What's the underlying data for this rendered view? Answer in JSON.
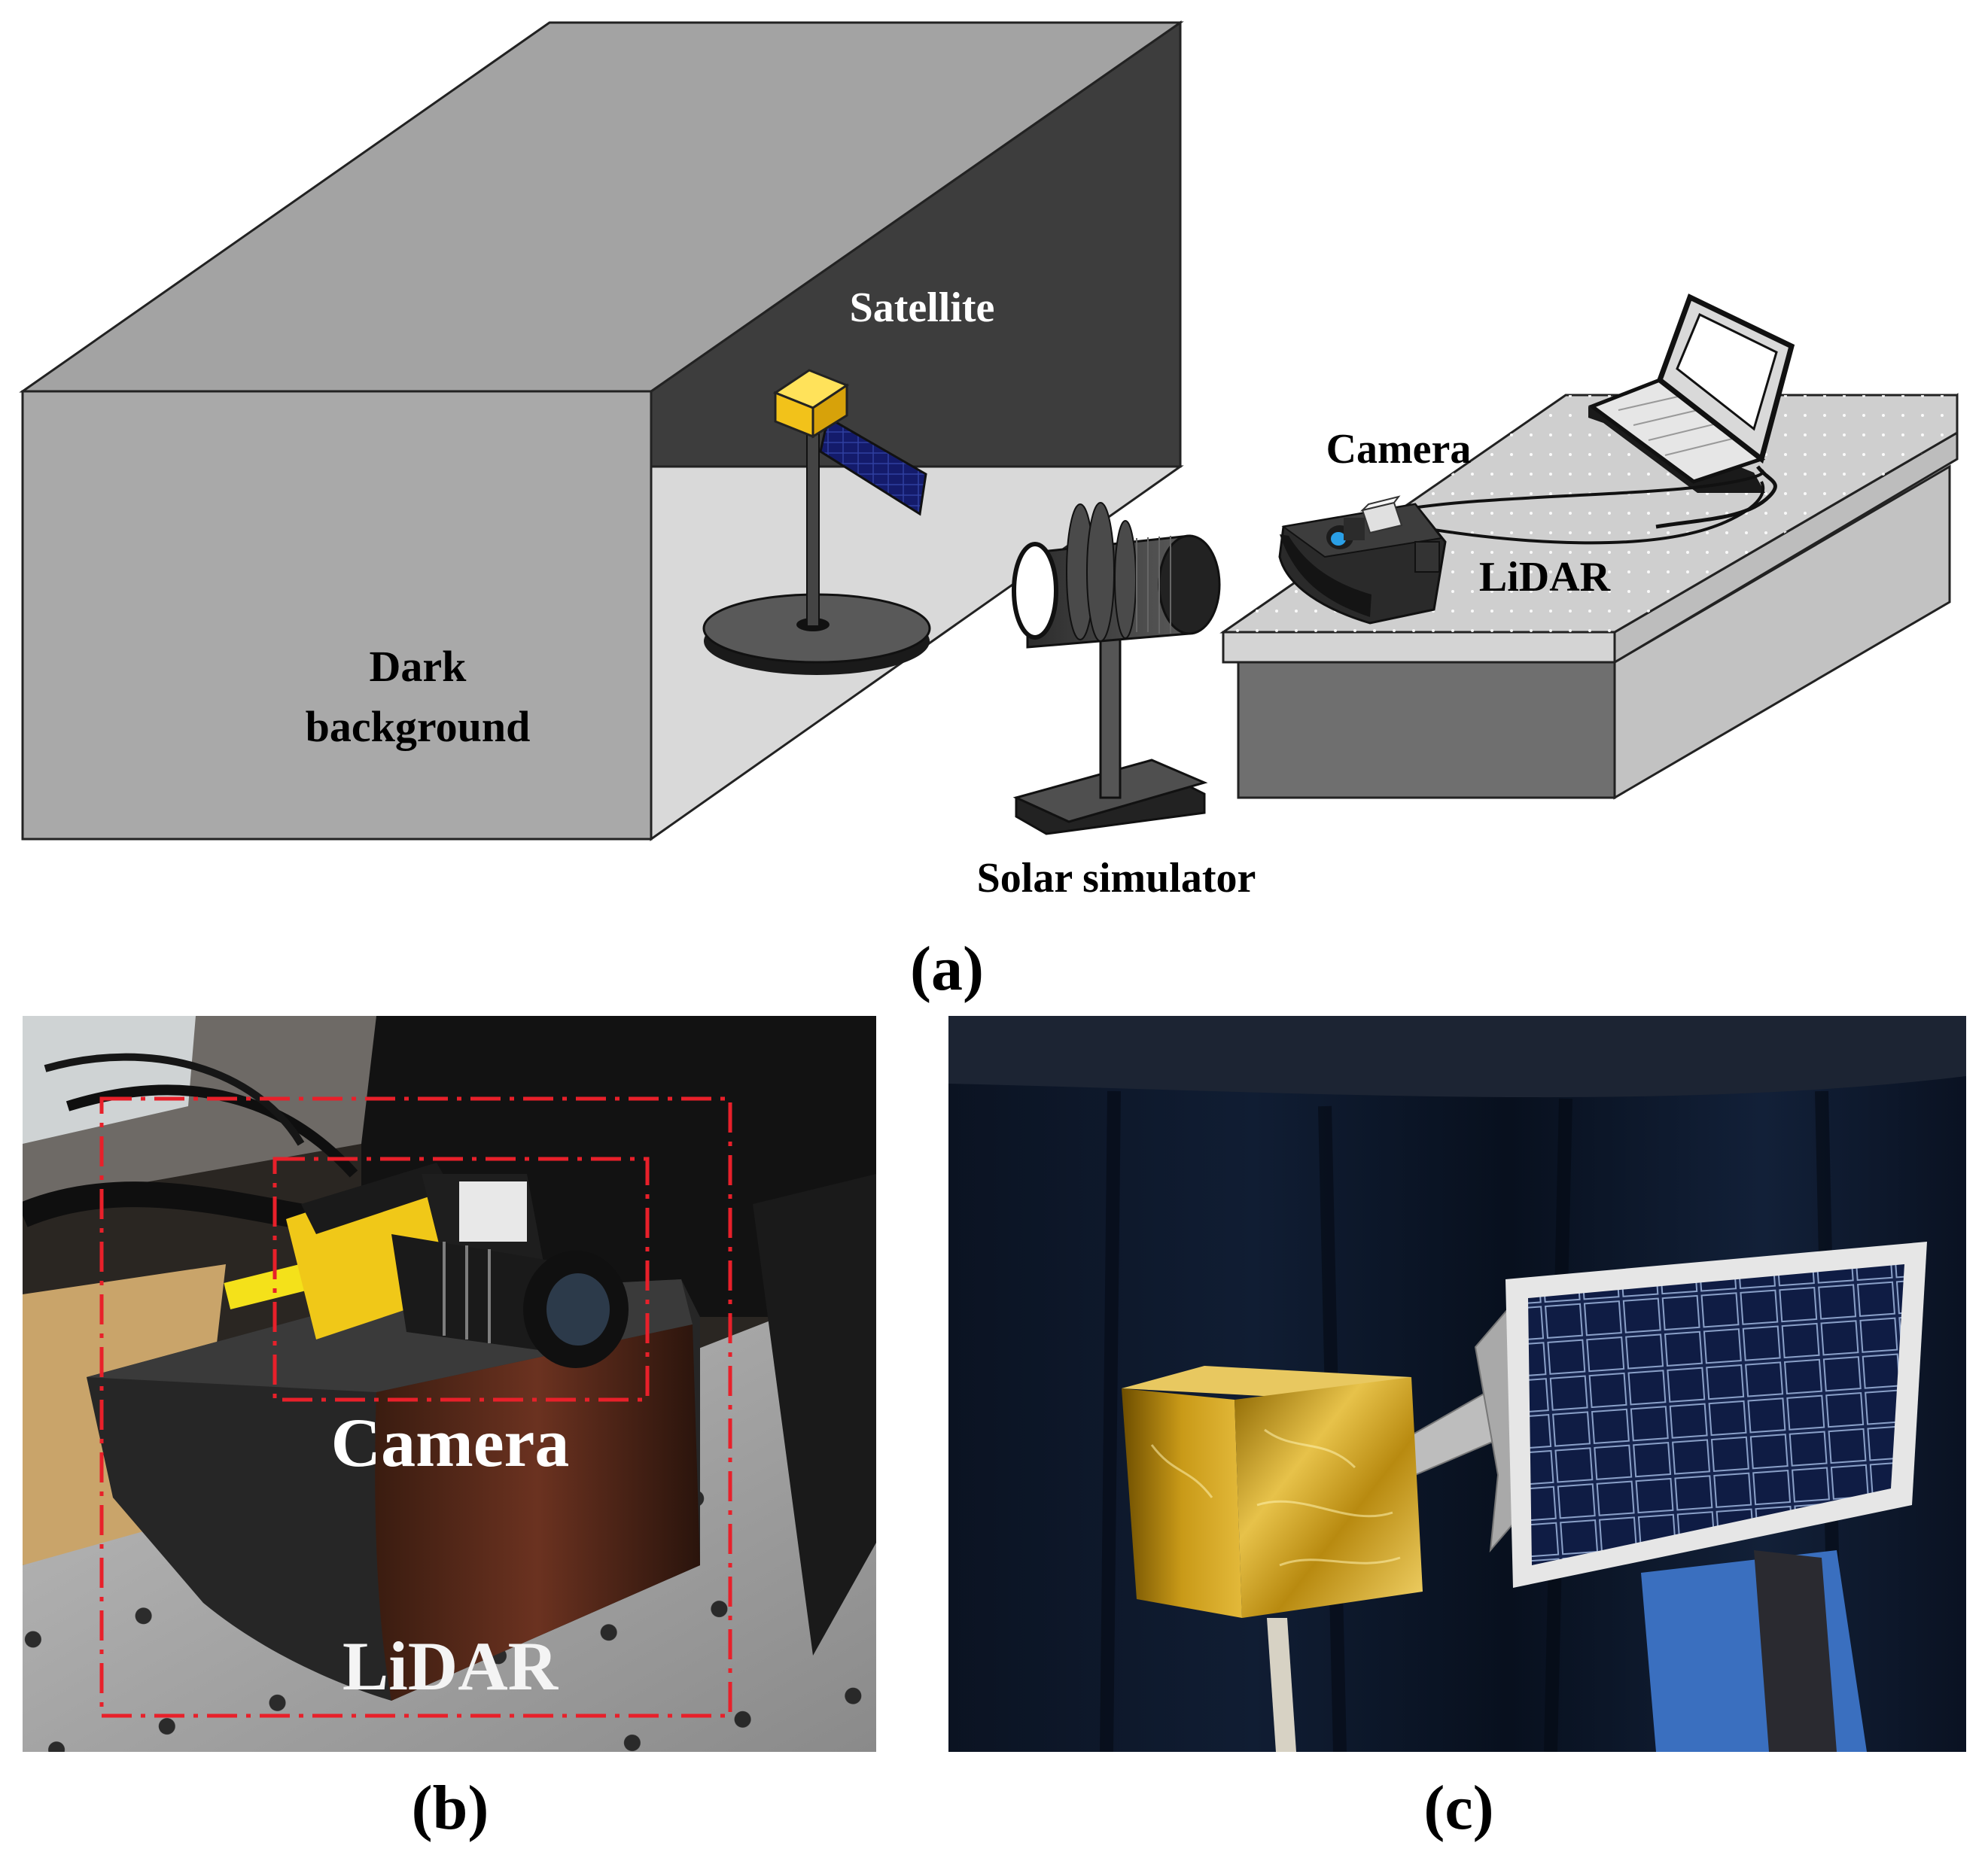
{
  "panel_a": {
    "labels": {
      "satellite": "Satellite",
      "dark_background_line1": "Dark",
      "dark_background_line2": "background",
      "camera": "Camera",
      "lidar": "LiDAR",
      "solar_simulator": "Solar simulator"
    },
    "caption": "(a)"
  },
  "panel_b": {
    "labels": {
      "camera": "Camera",
      "lidar": "LiDAR"
    },
    "caption": "(b)"
  },
  "panel_c": {
    "caption": "(c)"
  },
  "colors": {
    "box_front": "#a9a9a9",
    "box_top": "#a3a3a3",
    "box_inner_wall": "#3d3d3d",
    "box_floor": "#d9d9d9",
    "satellite_body": "#f2c21a",
    "solar_panel": "#141b6b",
    "table_top": "#cfcfcf",
    "table_side": "#6f6f6f",
    "dash_box": "#e8202a",
    "curtain": "#0a1424",
    "gold_foil": "#d7a81e"
  }
}
